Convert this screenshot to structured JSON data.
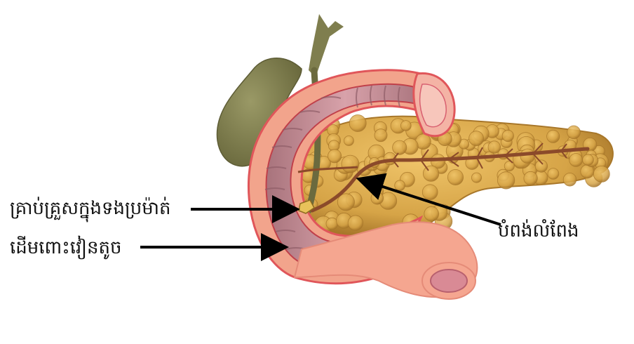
{
  "labels": {
    "gallstone": "គ្រាប់គ្រួសក្នុងទងប្រម៉ាត់",
    "duodenum": "ដើមពោះវៀនតូច",
    "pancreatic_duct": "បំពង់លំពែង"
  },
  "colors": {
    "pancreas": "#d6a447",
    "pancreas_dark": "#b07f2e",
    "duodenum_outer": "#f2a48c",
    "duodenum_wall": "#e0565a",
    "duodenum_lumen": "#c98a93",
    "gallbladder": "#7f7e4e",
    "duct": "#8b4a2a",
    "stone": "#e8c25a",
    "arrow": "#000000"
  }
}
